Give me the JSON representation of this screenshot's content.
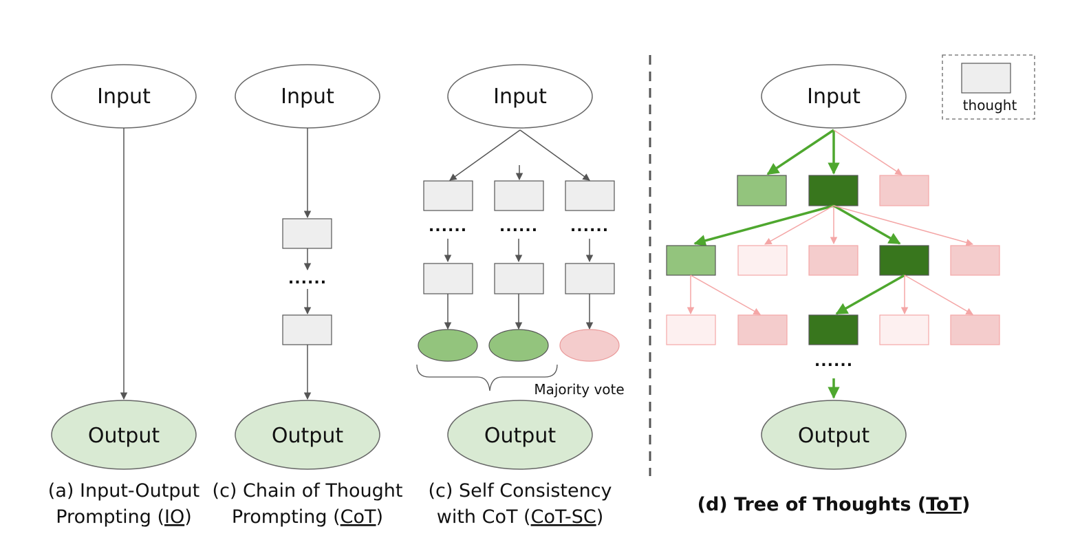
{
  "colors": {
    "input_fill": "#ffffff",
    "output_fill": "#d9ead3",
    "thought_gray": "#eeeeee",
    "green_light": "#93c47d",
    "green_dark": "#38761d",
    "pink_mid": "#f4cccc",
    "pink_light": "#fdf0f0",
    "pink_stroke": "#ea9999",
    "green_arrow": "#4ea72e",
    "pink_arrow": "#f4a6a6",
    "edge": "#555555"
  },
  "labels": {
    "input": "Input",
    "output": "Output",
    "ellipsis": "......",
    "majority_vote": "Majority vote",
    "legend_thought": "thought"
  },
  "captions": {
    "io": {
      "line1": "(a) Input-Output",
      "line2_prefix": "Prompting (",
      "abbr": "IO",
      "line2_suffix": ")"
    },
    "cot": {
      "line1": "(c) Chain of Thought",
      "line2_prefix": "Prompting (",
      "abbr": "CoT",
      "line2_suffix": ")"
    },
    "cotsc": {
      "line1": "(c) Self Consistency",
      "line2_prefix": "with CoT (",
      "abbr": "CoT-SC",
      "line2_suffix": ")"
    },
    "tot": {
      "prefix": "(d) Tree of Thoughts (",
      "abbr": "ToT",
      "suffix": ")"
    }
  }
}
